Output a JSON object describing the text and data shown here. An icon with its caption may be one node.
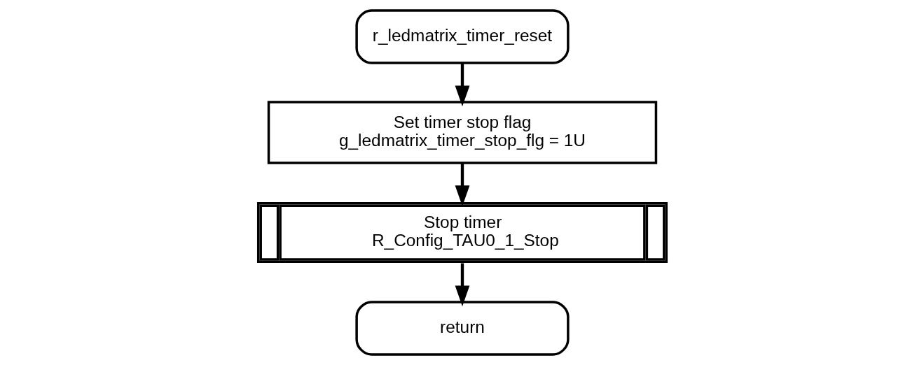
{
  "diagram": {
    "nodes": [
      {
        "text": [
          "r_ledmatrix_timer_reset"
        ]
      },
      {
        "text": [
          "Set timer stop flag",
          "g_ledmatrix_timer_stop_flg = 1U"
        ]
      },
      {
        "text": [
          "Stop timer",
          "R_Config_TAU0_1_Stop"
        ]
      },
      {
        "text": [
          "return"
        ]
      }
    ],
    "edges": [
      {
        "from": 0,
        "to": 1,
        "arrow": "to"
      },
      {
        "from": 1,
        "to": 2,
        "arrow": "to"
      },
      {
        "from": 2,
        "to": 3,
        "arrow": "to"
      }
    ]
  }
}
